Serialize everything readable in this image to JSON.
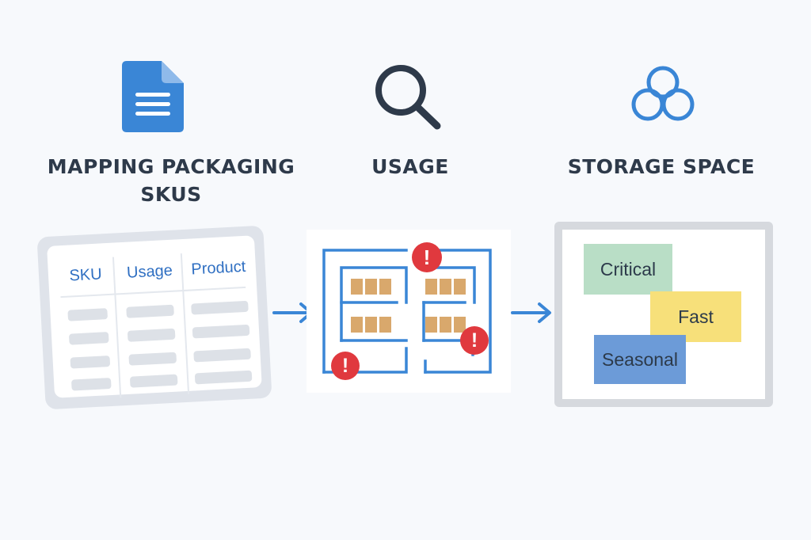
{
  "steps": [
    {
      "title_line1": "MAPPING PACKAGING",
      "title_line2": "SKUS",
      "icon": "document-icon"
    },
    {
      "title": "USAGE",
      "icon": "search-icon"
    },
    {
      "title": "STORAGE SPACE",
      "icon": "three-circles-icon"
    }
  ],
  "sku_table": {
    "columns": [
      "SKU",
      "Usage",
      "Product"
    ],
    "row_count": 4
  },
  "floor_plan": {
    "alert_symbol": "!",
    "alert_count": 3,
    "shelf_units": 4
  },
  "storage": {
    "zones": [
      {
        "label": "Critical",
        "color": "#b9dec6"
      },
      {
        "label": "Fast",
        "color": "#f7e07a"
      },
      {
        "label": "Seasonal",
        "color": "#6c9bd8"
      }
    ]
  },
  "colors": {
    "accent_blue": "#3a86d6",
    "dark_text": "#2e3a4a",
    "alert_red": "#e0393e",
    "shelf_brown": "#d9a86c"
  }
}
